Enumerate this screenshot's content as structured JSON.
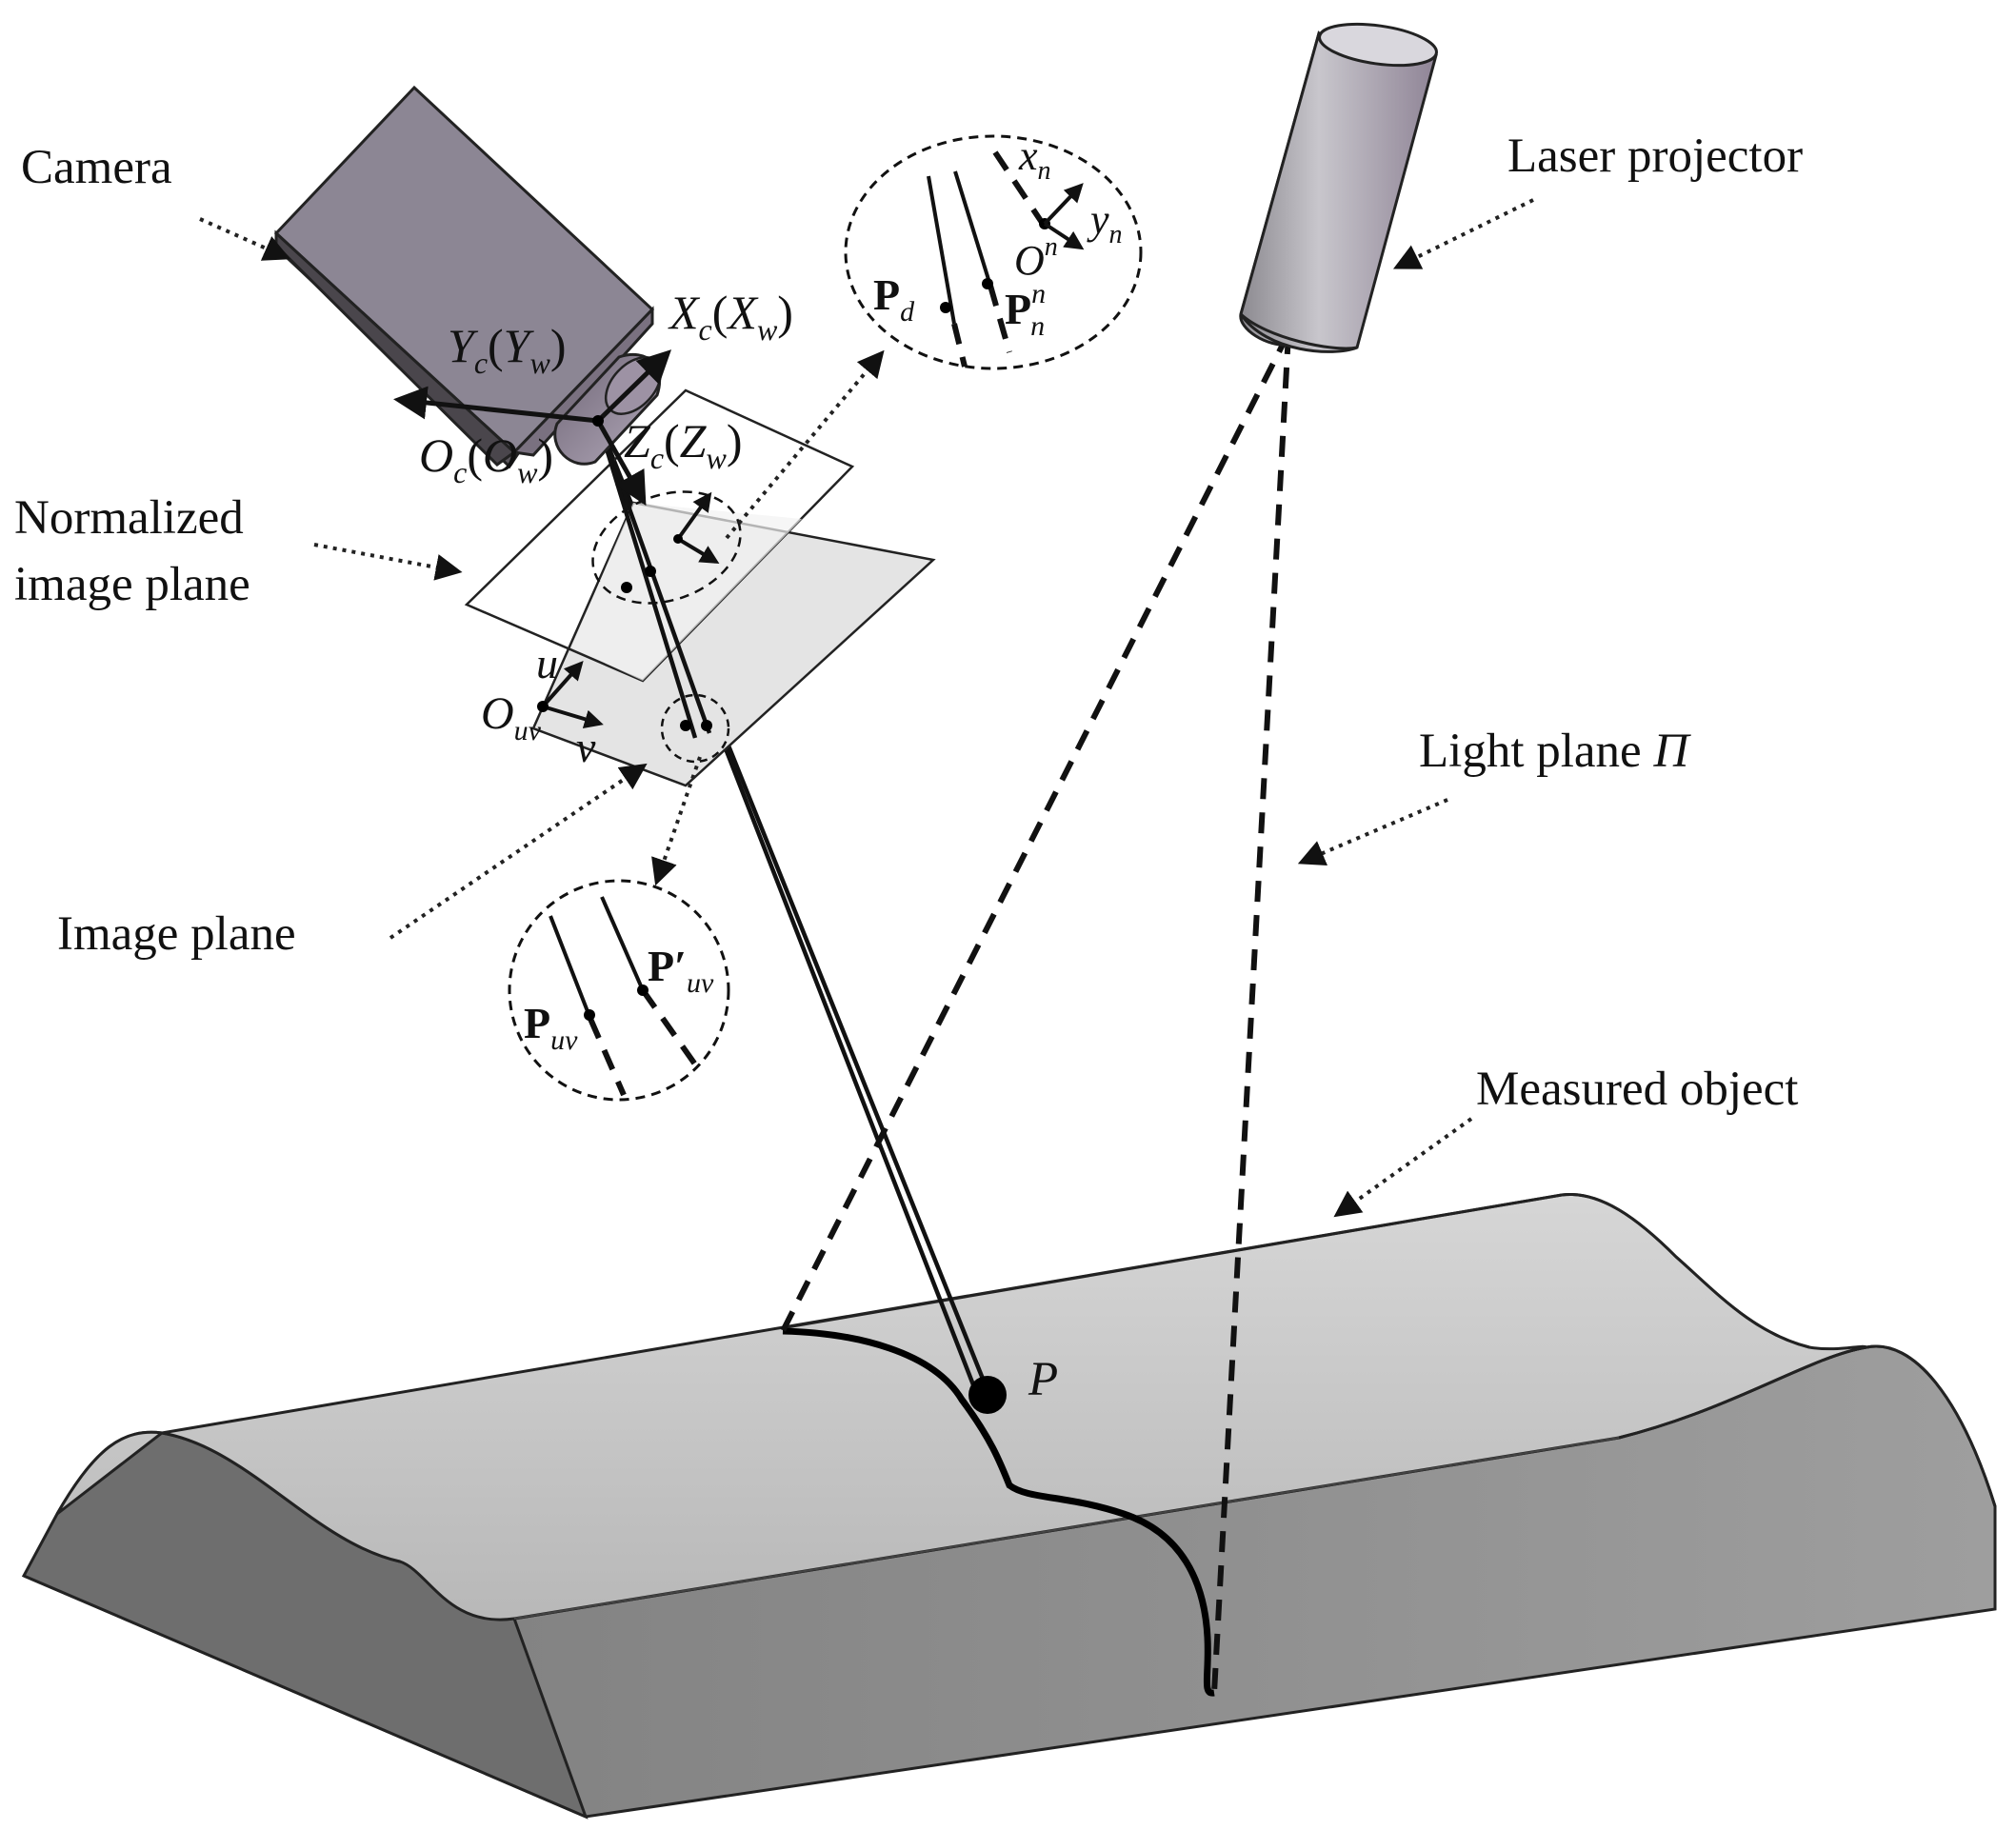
{
  "labels": {
    "camera": "Camera",
    "laser_projector": "Laser projector",
    "normalized_plane_1": "Normalized",
    "normalized_plane_2": "image plane",
    "image_plane": "Image plane",
    "light_plane": "Light plane ",
    "light_plane_symbol": "Π",
    "measured_object": "Measured object",
    "point_p": "P"
  },
  "math": {
    "Xc": "X",
    "Xc_sub": "c",
    "Xw": "X",
    "Xw_sub": "w",
    "Yc": "Y",
    "Yc_sub": "c",
    "Yw": "Y",
    "Yw_sub": "w",
    "Zc": "Z",
    "Zc_sub": "c",
    "Zw": "Z",
    "Zw_sub": "w",
    "Oc": "O",
    "Oc_sub": "c",
    "Ow": "O",
    "Ow_sub": "w",
    "paren_open": "(",
    "paren_close": ")",
    "u": "u",
    "v": "v",
    "Ouv": "O",
    "Ouv_sub": "uv",
    "xn": "x",
    "xn_sub": "n",
    "yn": "y",
    "yn_sub": "n",
    "On": "O",
    "On_sup": "n",
    "Pd": "P",
    "Pd_sub": "d",
    "Pn": "P",
    "Pn_sup": "n",
    "Pn_sub": "n",
    "Puv": "P",
    "Puv_sub": "uv",
    "Puv_prime": "P′",
    "Puv_prime_sub": "uv"
  },
  "colors": {
    "camera_top": "#8f8a96",
    "camera_front": "#9a8fa0",
    "camera_side": "#5e5a60",
    "lens": "#8a7f90",
    "laser_body": "#a8a4ae",
    "object_top": "#c9c9c9",
    "object_side": "#8a8a8a",
    "image_plane_fill": "#e6e6e6",
    "line": "#111111"
  }
}
